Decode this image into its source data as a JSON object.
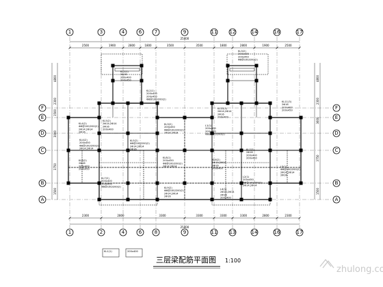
{
  "axes_top": [
    "1",
    "3",
    "4",
    "6",
    "7",
    "9",
    "11",
    "12",
    "14",
    "16",
    "17"
  ],
  "axes_bottom": [
    "1",
    "2",
    "4",
    "6",
    "8",
    "9",
    "11",
    "13",
    "14",
    "16",
    "17"
  ],
  "axes_rows_left": [
    "F",
    "E",
    "D",
    "C",
    "B",
    "A"
  ],
  "axes_rows_right": [
    "F",
    "E",
    "D",
    "C",
    "B",
    "A"
  ],
  "top_dims": [
    "2500",
    "1900",
    "2800",
    "1800",
    "3500",
    "3500",
    "1800",
    "2800",
    "1900",
    "2500"
  ],
  "top_total": "25400",
  "bottom_dims": [
    "2300",
    "2800",
    "3300",
    "3300",
    "3300",
    "3300",
    "2800",
    "2300"
  ],
  "bottom_total": "25400",
  "left_dims": [
    "4800",
    "2300",
    "1500",
    "3000",
    "3750",
    "1500"
  ],
  "right_dims": [
    "4800",
    "2300",
    "3600",
    "3750",
    "1500"
  ],
  "beam_labels": [
    "KL2(1)",
    "KL3(2)",
    "KL4(2)",
    "KL5(2)",
    "KL6(2)",
    "KL7(2)",
    "KL8(1)",
    "KL9(2)",
    "KL10(3)",
    "KL11(3)",
    "L1(1)",
    "L2(1)",
    "L3(1)",
    "L4(1)"
  ],
  "beam_specs": [
    "200x400",
    "200x450",
    "Φ8@100/200(2)",
    "2Φ14;2Φ14",
    "2Φ16"
  ],
  "legend_items": [
    "KL1(1)",
    "200x400"
  ],
  "title": "三层梁配筋平面图",
  "scale": "1:100",
  "watermark": "zhulong.com"
}
